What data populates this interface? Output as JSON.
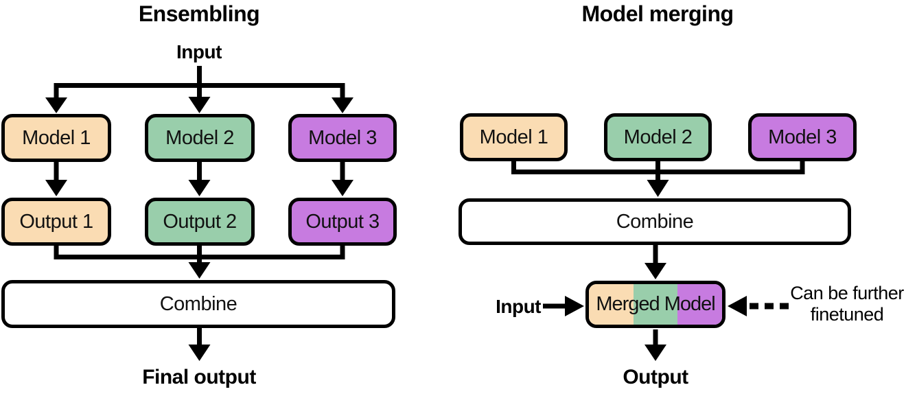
{
  "colors": {
    "background": "#ffffff",
    "line": "#000000",
    "box_border": "#000000",
    "model1_fill": "#fadcb3",
    "model2_fill": "#99ceab",
    "model3_fill": "#c77be0",
    "combine_fill": "#ffffff"
  },
  "left_panel": {
    "title": "Ensembling",
    "input_label": "Input",
    "models": [
      {
        "label": "Model 1"
      },
      {
        "label": "Model 2"
      },
      {
        "label": "Model 3"
      }
    ],
    "outputs": [
      {
        "label": "Output 1"
      },
      {
        "label": "Output 2"
      },
      {
        "label": "Output 3"
      }
    ],
    "combine_label": "Combine",
    "final_output_label": "Final output"
  },
  "right_panel": {
    "title": "Model merging",
    "models": [
      {
        "label": "Model 1"
      },
      {
        "label": "Model 2"
      },
      {
        "label": "Model 3"
      }
    ],
    "combine_label": "Combine",
    "merged_model_label": "Merged Model",
    "input_label": "Input",
    "annotation_line1": "Can be further",
    "annotation_line2": "finetuned",
    "output_label": "Output"
  }
}
